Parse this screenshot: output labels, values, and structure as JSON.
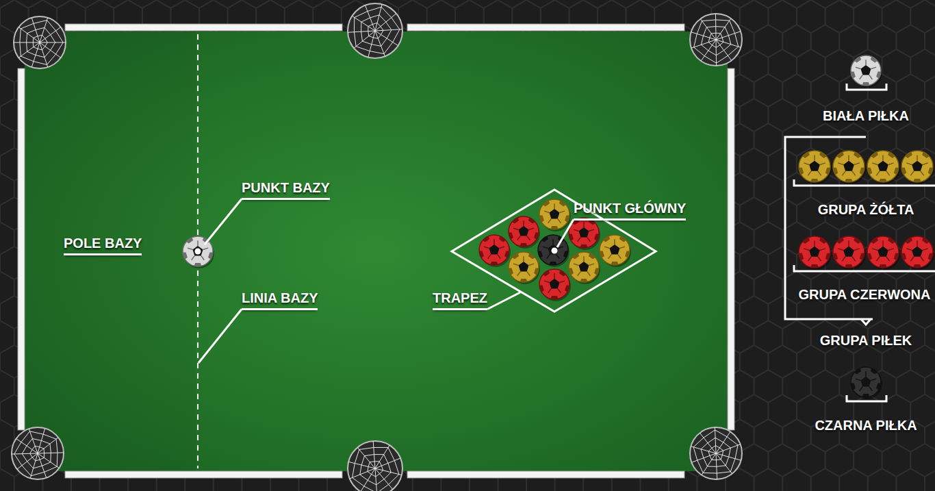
{
  "diagram": {
    "labels": [
      "PUNKT BAZY",
      "PUNKT GŁÓWNY",
      "POLE BAZY",
      "LINIA BAZY",
      "TRAPEZ",
      "GRUPA PIŁEK"
    ],
    "legend": [
      {
        "text": "BIAŁA PIŁKA"
      },
      {
        "text": "GRUPA ŻÓŁTA"
      },
      {
        "text": "GRUPA CZERWONA"
      },
      {
        "text": "CZARNA PIŁKA"
      }
    ]
  }
}
